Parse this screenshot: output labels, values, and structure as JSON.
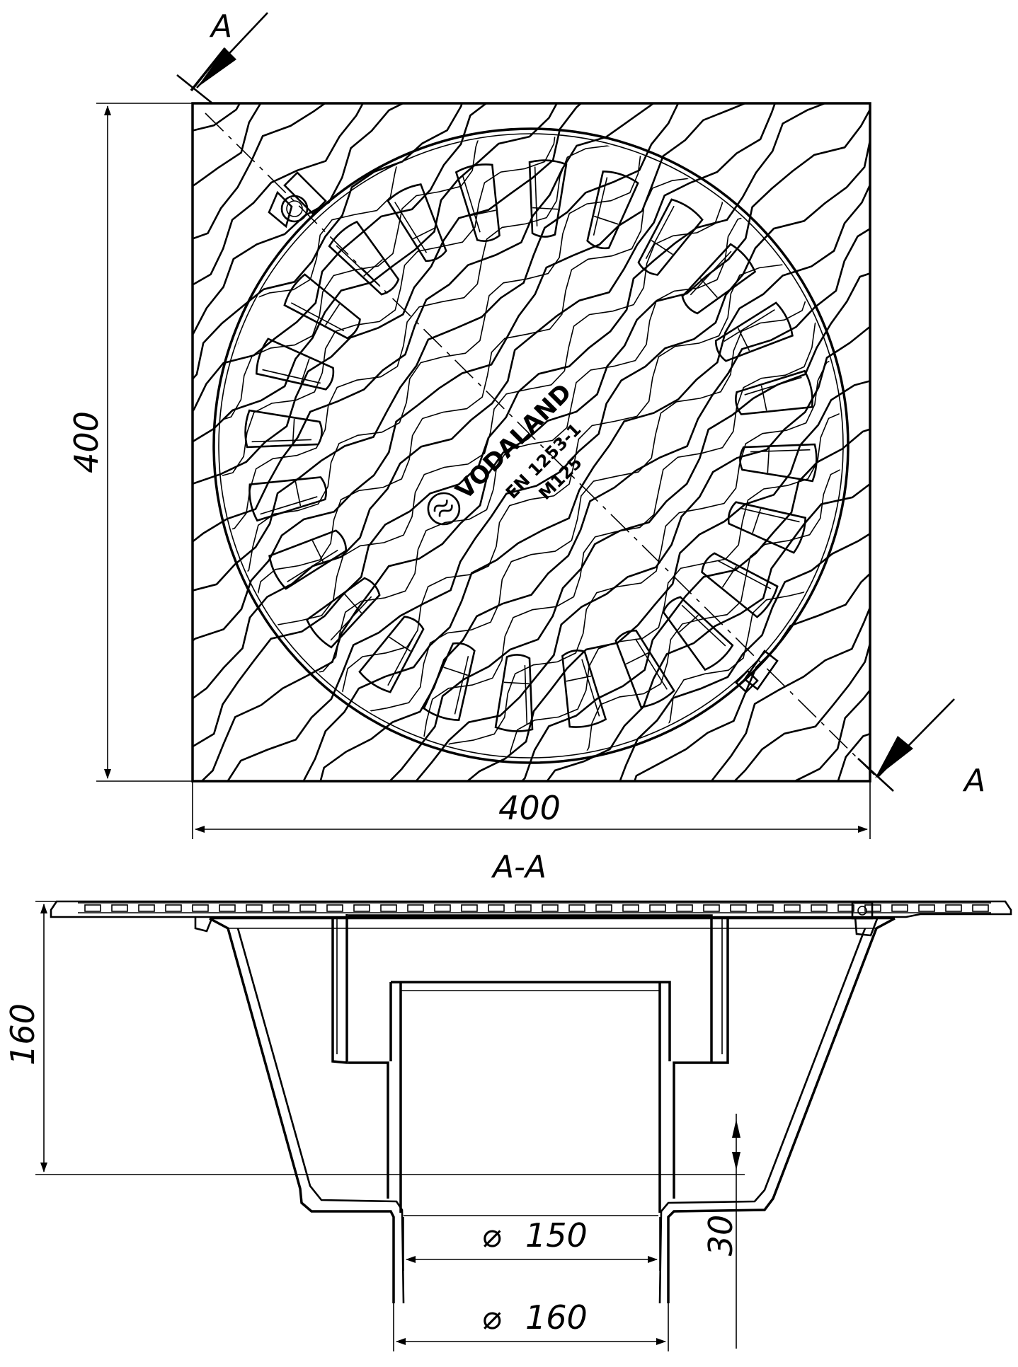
{
  "plan": {
    "width_label": "400",
    "height_label": "400",
    "section_mark_top": "A",
    "section_mark_bottom": "A",
    "logo": {
      "brand": "VODALAND",
      "standard": "EN 1253-1",
      "class": "M125",
      "icon": "vodaland-logo-icon"
    },
    "slot_count": 24
  },
  "section": {
    "title": "A-A",
    "height_label": "160",
    "outlet_height_label": "30",
    "inner_diameter_label": "150",
    "outer_diameter_label": "160",
    "diameter_symbol": "⌀"
  },
  "colors": {
    "line": "#000000",
    "background": "#ffffff"
  }
}
